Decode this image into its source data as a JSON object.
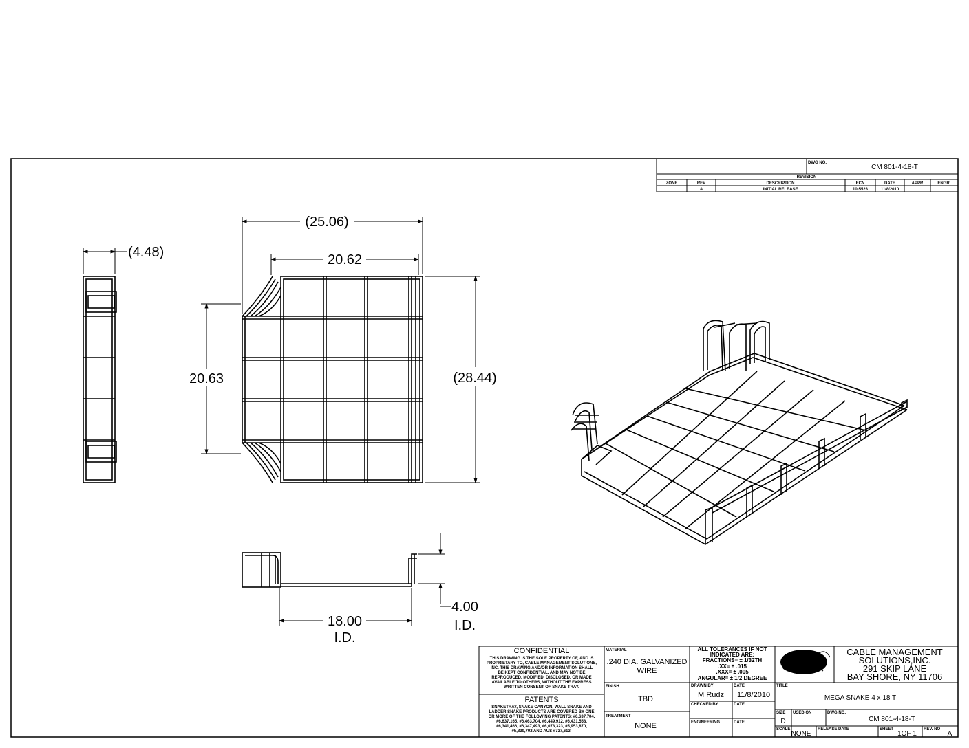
{
  "revision_block": {
    "dwg_no_label": "DWG NO.",
    "dwg_no": "CM 801-4-18-T",
    "revisions_label": "REVISION",
    "headers": [
      "ZONE",
      "REV",
      "DESCRIPTION",
      "ECN",
      "DATE",
      "APPR",
      "ENGR"
    ],
    "row": [
      "",
      "A",
      "INITIAL RELEASE",
      "10-5523",
      "11/8/2010",
      "",
      ""
    ]
  },
  "dimensions": {
    "overall_width": "(25.06)",
    "inner_width": "20.62",
    "inner_height": "20.63",
    "overall_height": "(28.44)",
    "side_depth": "(4.48)",
    "id_width": "18.00",
    "id_height": "4.00",
    "id_note": "I.D."
  },
  "confidential": {
    "title": "CONFIDENTIAL",
    "lines": [
      "THIS DRAWING IS THE SOLE PROPERTY OF, AND IS",
      "PROPRIETARY TO, CABLE MANAGEMENT SOLUTIONS,",
      "INC. THIS DRAWING AND/OR INFORMATION SHALL",
      "BE KEPT CONFIDENTIAL, AND MAY NOT BE",
      "REPRODUCED, MODIFIED, DISCLOSED, OR MADE",
      "AVAILABLE TO OTHERS, WITHOUT THE EXPRESS",
      "WRITTEN CONSENT OF SNAKE TRAY."
    ]
  },
  "patents": {
    "title": "PATENTS",
    "lines": [
      "SNAKETRAY, SNAKE CANYON, WALL SNAKE AND",
      "LADDER SNAKE PRODUCTS ARE COVERED BY ONE",
      "OR MORE OF THE FOLLOWING PATENTS: #6,637,704,",
      "#6,637,165, #6,463,704, #6,449,912, #6,431,558,",
      "#6,341,466, #6,347,493, #6,073,323, #5,953,870,",
      "#5,839,702 AND AUS #737,613."
    ]
  },
  "material": {
    "label": "MATERIAL",
    "value_line1": ".240 DIA. GALVANIZED",
    "value_line2": "WIRE"
  },
  "finish": {
    "label": "FINISH",
    "value": "TBD"
  },
  "treatment": {
    "label": "TREATMENT",
    "value": "NONE"
  },
  "tolerances": {
    "lines": [
      "ALL TOLERANCES IF NOT",
      "INDICATED ARE:",
      "FRACTIONS= ± 1/32TH",
      ".XX= ± .015",
      ".XXX= ± .005",
      "ANGULAR= ± 1/2 DEGREE"
    ]
  },
  "drawn_by": {
    "label": "DRAWN BY",
    "value": "M Rudz"
  },
  "date1": {
    "label": "DATE",
    "value": "11/8/2010"
  },
  "checked_by": {
    "label": "CHECKED BY",
    "value": ""
  },
  "date2": {
    "label": "DATE",
    "value": ""
  },
  "engineering": {
    "label": "ENGINEERING",
    "value": ""
  },
  "date3": {
    "label": "DATE",
    "value": ""
  },
  "company": {
    "line1": "CABLE MANAGEMENT",
    "line2": "SOLUTIONS,INC.",
    "line3": "291 SKIP LANE",
    "line4": "BAY SHORE, NY 11706"
  },
  "title_field": {
    "label": "TITLE",
    "value": "MEGA SNAKE 4 x 18 T"
  },
  "size": {
    "label": "SIZE",
    "value": "D"
  },
  "used_on": {
    "label": "USED ON",
    "value": ""
  },
  "dwg_no": {
    "label": "DWG NO.",
    "value": "CM 801-4-18-T"
  },
  "scale": {
    "label": "SCALE",
    "value": "NONE"
  },
  "release_date": {
    "label": "RELEASE DATE",
    "value": ""
  },
  "sheet": {
    "label": "SHEET",
    "value": "1OF 1"
  },
  "rev": {
    "label": "REV. NO",
    "value": "A"
  }
}
